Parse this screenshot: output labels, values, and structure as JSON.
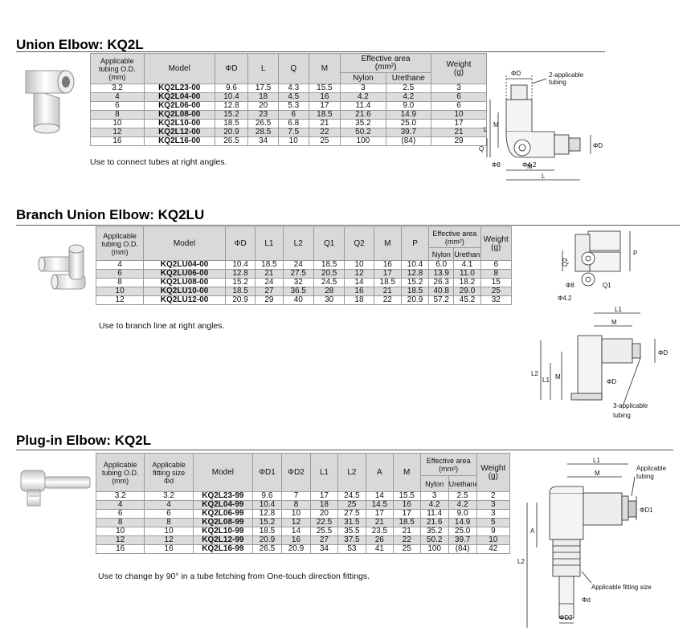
{
  "sections": [
    {
      "title": "Union Elbow: KQ2L",
      "headers": {
        "tubing": [
          "Applicable",
          "tubing O.D.",
          "(mm)"
        ],
        "model": "Model",
        "cols": [
          "ΦD",
          "L",
          "Q",
          "M"
        ],
        "eff": [
          "Effective area",
          "(mm²)"
        ],
        "nylon": "Nylon",
        "urethane": "Urethane",
        "weight": [
          "Weight",
          "(g)"
        ]
      },
      "rows": [
        [
          "3.2",
          "KQ2L23-00",
          "9.6",
          "17.5",
          "4.3",
          "15.5",
          "3",
          "2.5",
          "3"
        ],
        [
          "4",
          "KQ2L04-00",
          "10.4",
          "18",
          "4.5",
          "16",
          "4.2",
          "4.2",
          "6"
        ],
        [
          "6",
          "KQ2L06-00",
          "12.8",
          "20",
          "5.3",
          "17",
          "11.4",
          "9.0",
          "6"
        ],
        [
          "8",
          "KQ2L08-00",
          "15.2",
          "23",
          "6",
          "18.5",
          "21.6",
          "14.9",
          "10"
        ],
        [
          "10",
          "KQ2L10-00",
          "18.5",
          "26.5",
          "6.8",
          "21",
          "35.2",
          "25.0",
          "17"
        ],
        [
          "12",
          "KQ2L12-00",
          "20.9",
          "28.5",
          "7.5",
          "22",
          "50.2",
          "39.7",
          "21"
        ],
        [
          "16",
          "KQ2L16-00",
          "26.5",
          "34",
          "10",
          "25",
          "100",
          "(84)",
          "29"
        ]
      ],
      "note": "Use to connect tubes at right angles.",
      "drawing_labels": {
        "phiD_top": "ΦD",
        "applicable": "2-applicable",
        "tubing": "tubing",
        "L": "L",
        "M": "M",
        "Q": "Q",
        "phiD_right": "ΦD",
        "phi42": "Φ4.2",
        "phi8": "Φ8",
        "M_bottom": "M",
        "L_bottom": "L"
      }
    },
    {
      "title": "Branch Union Elbow: KQ2LU",
      "headers": {
        "tubing": [
          "Applicable",
          "tubing O.D.",
          "(mm)"
        ],
        "model": "Model",
        "cols": [
          "ΦD",
          "L1",
          "L2",
          "Q1",
          "Q2",
          "M",
          "P"
        ],
        "eff": [
          "Effective area",
          "(mm²)"
        ],
        "nylon": "Nylon",
        "urethane": "Urethane",
        "weight": [
          "Weight",
          "(g)"
        ]
      },
      "rows": [
        [
          "4",
          "KQ2LU04-00",
          "10.4",
          "18.5",
          "24",
          "18.5",
          "10",
          "16",
          "10.4",
          "6.0",
          "4.1",
          "6"
        ],
        [
          "6",
          "KQ2LU06-00",
          "12.8",
          "21",
          "27.5",
          "20.5",
          "12",
          "17",
          "12.8",
          "13.9",
          "11.0",
          "8"
        ],
        [
          "8",
          "KQ2LU08-00",
          "15.2",
          "24",
          "32",
          "24.5",
          "14",
          "18.5",
          "15.2",
          "26.3",
          "18.2",
          "15"
        ],
        [
          "10",
          "KQ2LU10-00",
          "18.5",
          "27",
          "36.5",
          "28",
          "16",
          "21",
          "18.5",
          "40.8",
          "29.0",
          "25"
        ],
        [
          "12",
          "KQ2LU12-00",
          "20.9",
          "29",
          "40",
          "30",
          "18",
          "22",
          "20.9",
          "57.2",
          "45.2",
          "32"
        ]
      ],
      "note": "Use to branch line at right angles.",
      "drawing_labels": {
        "Q2": "Q2",
        "P": "P",
        "phi8": "Φ8",
        "phi42": "Φ4.2",
        "Q1": "Q1",
        "L1_top": "L1",
        "M_top": "M",
        "phiD": "ΦD",
        "L2": "L2",
        "L1": "L1",
        "M": "M",
        "phiD_inner": "ΦD",
        "applicable": "3-applicable",
        "tubing": "tubing"
      }
    },
    {
      "title": "Plug-in Elbow: KQ2L",
      "headers": {
        "tubing": [
          "Applicable",
          "tubing O.D.",
          "(mm)"
        ],
        "fitting": [
          "Applicable",
          "fitting size",
          "Φd"
        ],
        "model": "Model",
        "cols": [
          "ΦD1",
          "ΦD2",
          "L1",
          "L2",
          "A",
          "M"
        ],
        "eff": [
          "Effective area",
          "(mm²)"
        ],
        "nylon": "Nylon",
        "urethane": "Urethane",
        "weight": [
          "Weight",
          "(g)"
        ]
      },
      "rows": [
        [
          "3.2",
          "3.2",
          "KQ2L23-99",
          "9.6",
          "7",
          "17",
          "24.5",
          "14",
          "15.5",
          "3",
          "2.5",
          "2"
        ],
        [
          "4",
          "4",
          "KQ2L04-99",
          "10.4",
          "8",
          "18",
          "25",
          "14.5",
          "16",
          "4.2",
          "4.2",
          "3"
        ],
        [
          "6",
          "6",
          "KQ2L06-99",
          "12.8",
          "10",
          "20",
          "27.5",
          "17",
          "17",
          "11.4",
          "9.0",
          "3"
        ],
        [
          "8",
          "8",
          "KQ2L08-99",
          "15.2",
          "12",
          "22.5",
          "31.5",
          "21",
          "18.5",
          "21.6",
          "14.9",
          "5"
        ],
        [
          "10",
          "10",
          "KQ2L10-99",
          "18.5",
          "14",
          "25.5",
          "35.5",
          "23.5",
          "21",
          "35.2",
          "25.0",
          "9"
        ],
        [
          "12",
          "12",
          "KQ2L12-99",
          "20.9",
          "16",
          "27",
          "37.5",
          "26",
          "22",
          "50.2",
          "39.7",
          "10"
        ],
        [
          "16",
          "16",
          "KQ2L16-99",
          "26.5",
          "20.9",
          "34",
          "53",
          "41",
          "25",
          "100",
          "(84)",
          "42"
        ]
      ],
      "note": "Use to change by 90° in a tube fetching from One-touch direction fittings.",
      "drawing_labels": {
        "L1": "L1",
        "M": "M",
        "applicable_tubing_1": "Applicable",
        "applicable_tubing_2": "tubing",
        "phiD1": "ΦD1",
        "A": "A",
        "L2": "L2",
        "fitting_size": "Applicable fitting size",
        "phid": "Φd",
        "phiD2": "ΦD2"
      }
    }
  ]
}
